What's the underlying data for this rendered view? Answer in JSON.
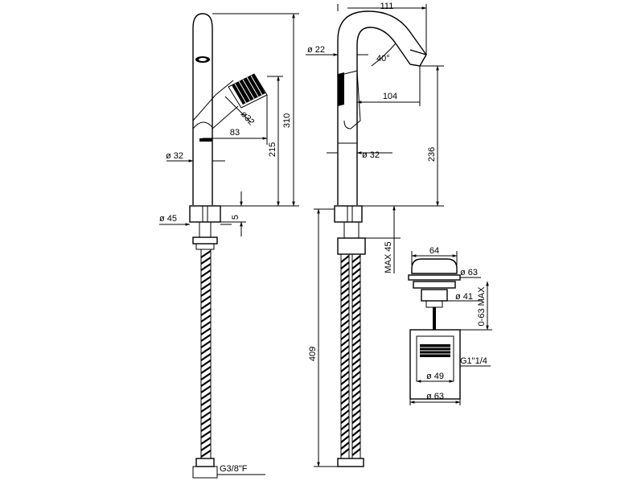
{
  "front_view": {
    "height_total": "310",
    "spout_height": "215",
    "lever_reach": "83",
    "lever_diameter": "ø32",
    "body_diameter": "ø 32",
    "base_diameter": "ø 45",
    "base_height": "5",
    "hose_connection": "G3/8\"F"
  },
  "side_view": {
    "spout_length": "111",
    "spout_diameter": "ø 22",
    "spout_angle": "40°",
    "outlet_reach": "104",
    "outlet_height": "236",
    "body_diameter": "ø 32",
    "deck_thickness": "MAX 45",
    "hose_length": "409"
  },
  "waste_view": {
    "cap_width": "64",
    "flange_diameter": "ø 63",
    "stem_diameter": "ø 41",
    "adjust_range": "0-63 MAX",
    "thread": "G1\"1/4",
    "body_inner_diameter": "ø 49",
    "body_outer_diameter": "ø 63"
  },
  "colors": {
    "line": "#000000",
    "background": "#ffffff"
  }
}
